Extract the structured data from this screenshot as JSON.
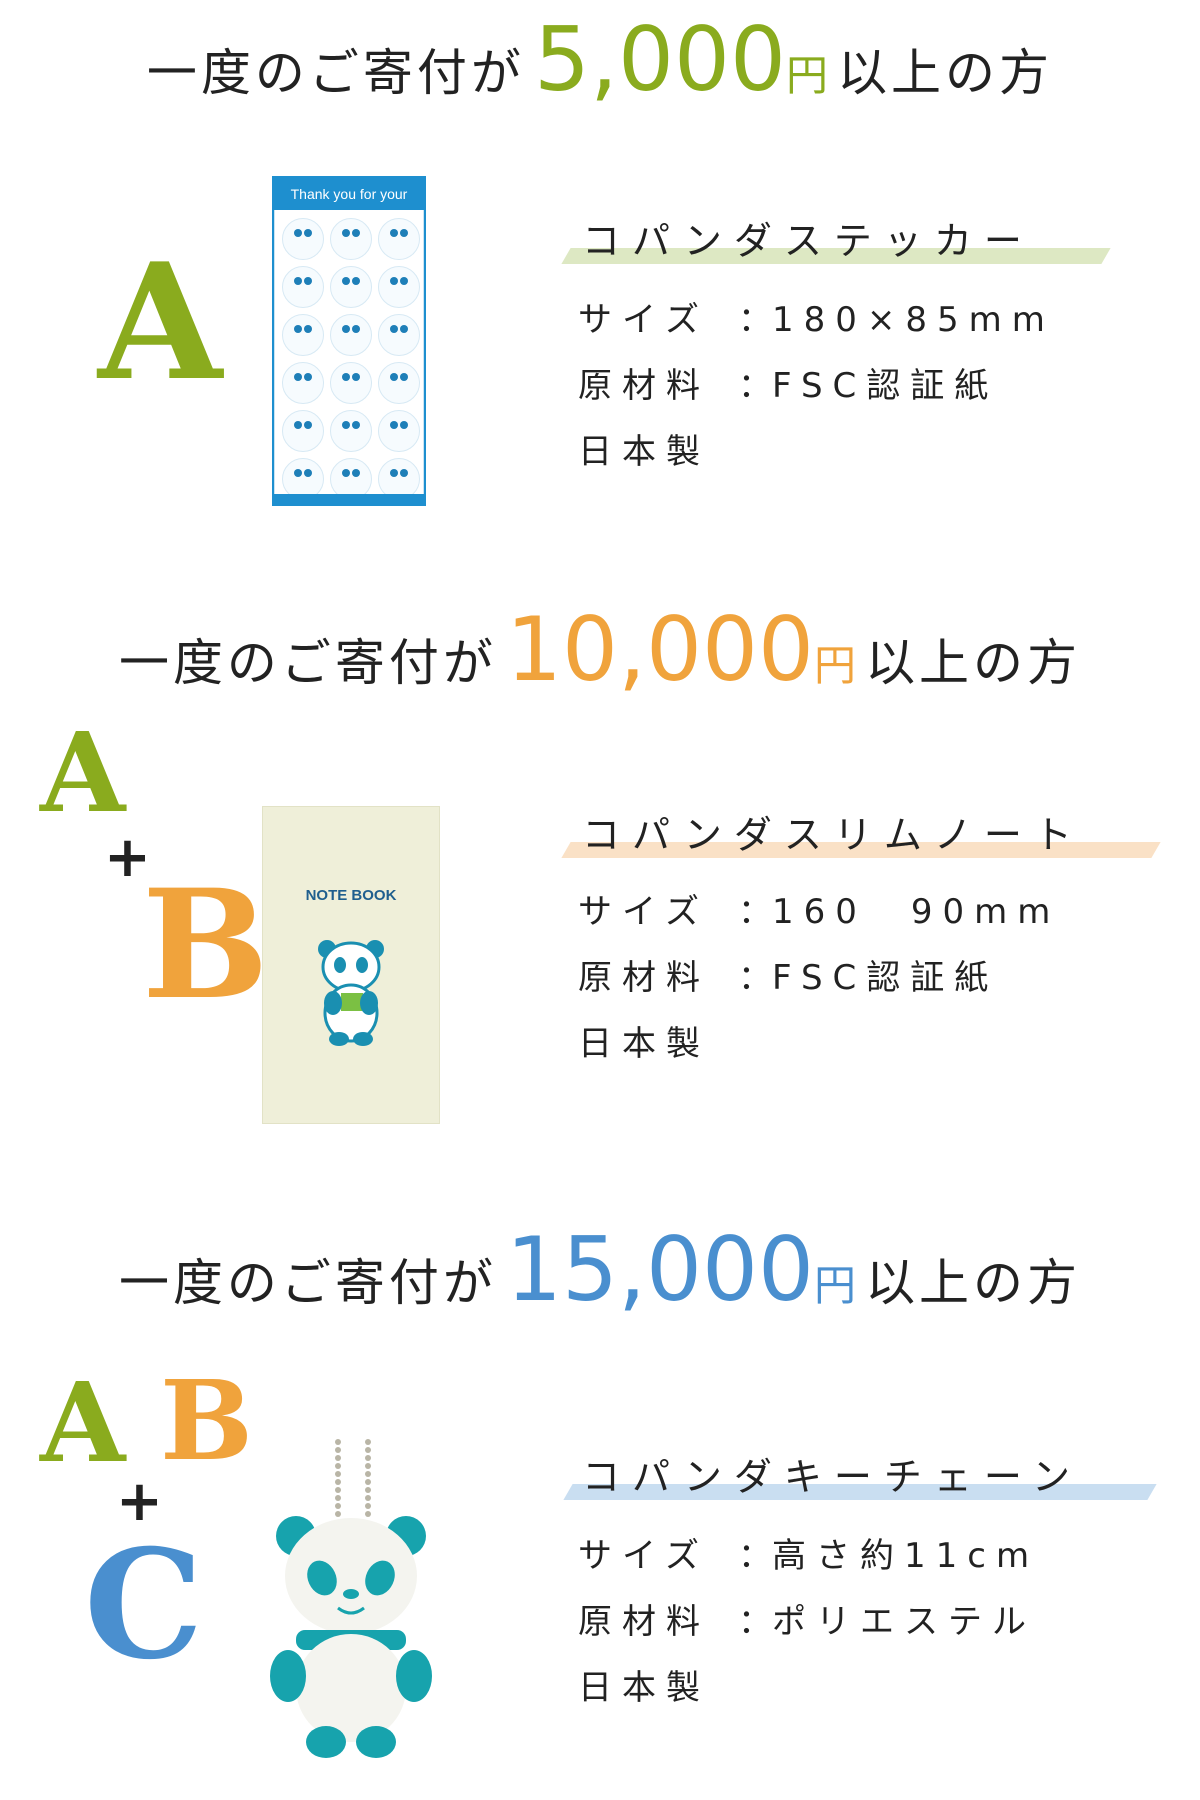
{
  "colors": {
    "green": "#8aab1e",
    "orange": "#f0a33c",
    "blue": "#4a8fcf",
    "green_bar": "#dde8c3",
    "orange_bar": "#fae1c6",
    "blue_bar": "#c9def1",
    "sticker_blue": "#1e8fcf"
  },
  "tiers": [
    {
      "prefix": "一度のご寄付が",
      "amount": "5,000",
      "yen": "円",
      "suffix": "以上の方",
      "letters": [
        "A"
      ],
      "product": {
        "title": "コパンダステッカー",
        "specs": [
          {
            "label": "サイズ",
            "sep": "：",
            "value": "180×85mm"
          },
          {
            "label": "原材料",
            "sep": "：",
            "value": "FSC認証紙"
          },
          {
            "label": "日本製",
            "sep": "",
            "value": ""
          }
        ],
        "image_text": "Thank you for your support!",
        "image_icon": "sticker-sheet-icon"
      }
    },
    {
      "prefix": "一度のご寄付が",
      "amount": "10,000",
      "yen": "円",
      "suffix": "以上の方",
      "letters": [
        "A",
        "+",
        "B"
      ],
      "product": {
        "title": "コパンダスリムノート",
        "specs": [
          {
            "label": "サイズ",
            "sep": "：",
            "value": "160　90mm"
          },
          {
            "label": "原材料",
            "sep": "：",
            "value": "FSC認証紙"
          },
          {
            "label": "日本製",
            "sep": "",
            "value": ""
          }
        ],
        "image_text": "NOTE BOOK",
        "image_icon": "notebook-icon"
      }
    },
    {
      "prefix": "一度のご寄付が",
      "amount": "15,000",
      "yen": "円",
      "suffix": "以上の方",
      "letters": [
        "A",
        "B",
        "+",
        "C"
      ],
      "product": {
        "title": "コパンダキーチェーン",
        "specs": [
          {
            "label": "サイズ",
            "sep": "：",
            "value": "高さ約11cm"
          },
          {
            "label": "原材料",
            "sep": "：",
            "value": "ポリエステル"
          },
          {
            "label": "日本製",
            "sep": "",
            "value": ""
          }
        ],
        "image_icon": "panda-keychain-icon"
      }
    }
  ]
}
